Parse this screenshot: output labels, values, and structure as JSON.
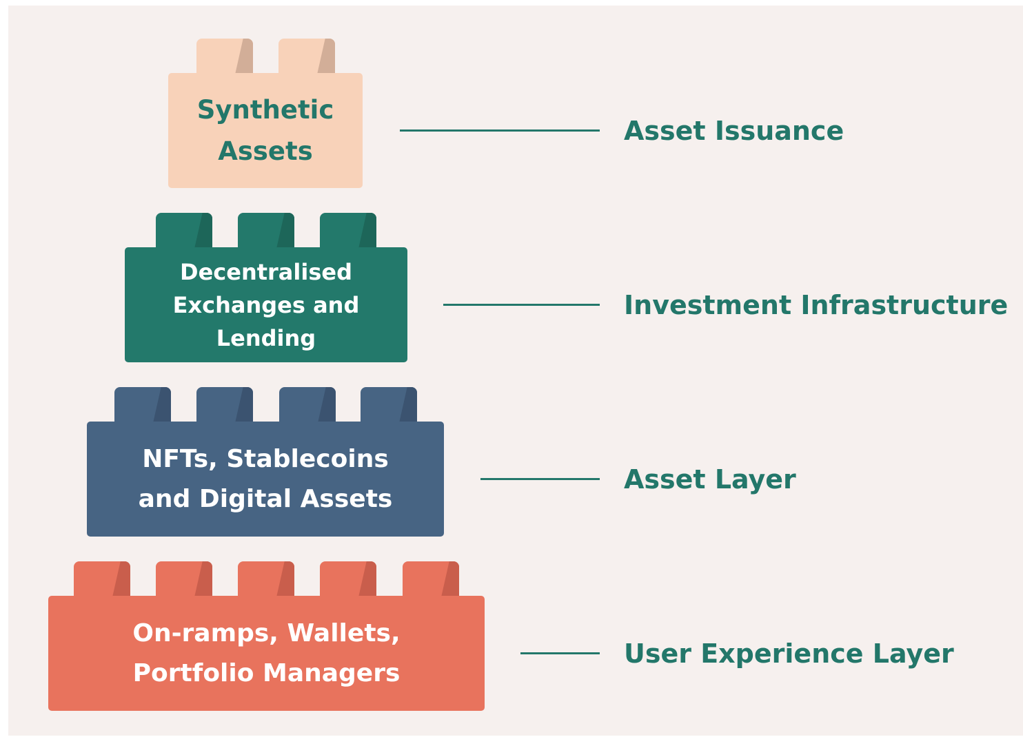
{
  "layers": [
    {
      "brick_text": "Synthetic\nAssets",
      "label": "Asset Issuance",
      "body_color": "#f8d2b9",
      "stud_color": "#f8d2b9",
      "shade_color": "#d2ae98",
      "text_color": "#23776a"
    },
    {
      "brick_text": "Decentralised\nExchanges and\nLending",
      "label": "Investment Infrastructure",
      "body_color": "#23796b",
      "stud_color": "#23796b",
      "shade_color": "#1d6659",
      "text_color": "#ffffff"
    },
    {
      "brick_text": "NFTs, Stablecoins\nand Digital Assets",
      "label": "Asset Layer",
      "body_color": "#476483",
      "stud_color": "#476483",
      "shade_color": "#3b5370",
      "text_color": "#ffffff"
    },
    {
      "brick_text": "On-ramps, Wallets,\nPortfolio Managers",
      "label": "User Experience Layer",
      "body_color": "#e8735d",
      "stud_color": "#e8735d",
      "shade_color": "#c95e4c",
      "text_color": "#ffffff"
    }
  ],
  "connector_color": "#23776a",
  "background_color": "#f6f0ee"
}
